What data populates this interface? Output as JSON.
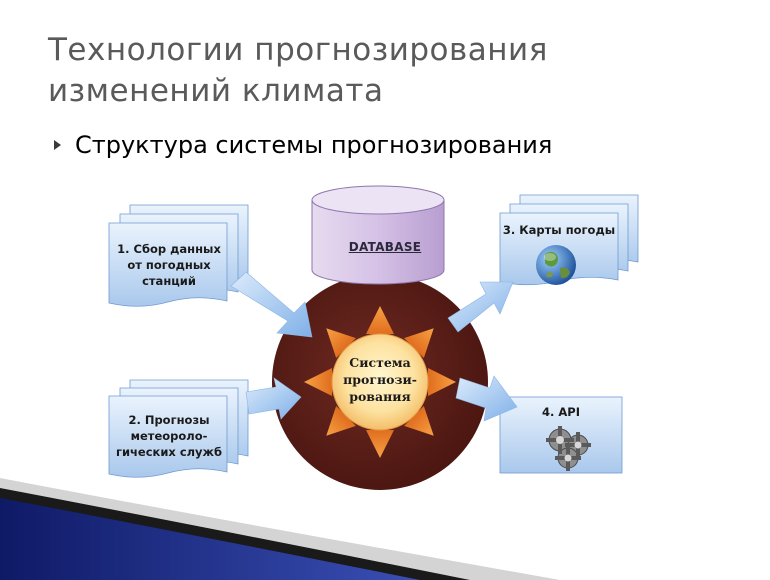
{
  "slide": {
    "title_line1": "Технологии прогнозирования",
    "title_line2": "изменений климата",
    "bullet": "Структура системы прогнозирования"
  },
  "diagram": {
    "database_label": "DATABASE",
    "center": {
      "line1": "Система",
      "line2": "прогнози-",
      "line3": "рования"
    },
    "input1": {
      "line1": "1. Сбор данных",
      "line2": "от погодных",
      "line3": "станций"
    },
    "input2": {
      "line1": "2. Прогнозы",
      "line2": "метеороло-",
      "line3": "гических служб"
    },
    "output1": {
      "label": "3. Карты погоды",
      "icon": "globe-icon"
    },
    "output2": {
      "label": "4. API",
      "icon": "gears-icon"
    }
  },
  "colors": {
    "card_blue": "#bcd5f0",
    "circle": "#5c1e18",
    "sun": "#e8822a",
    "database": "#d8c6e8",
    "arrow": "#9ec6ee",
    "title": "#5a5a5a",
    "corner_navy": "#1c2b80"
  }
}
